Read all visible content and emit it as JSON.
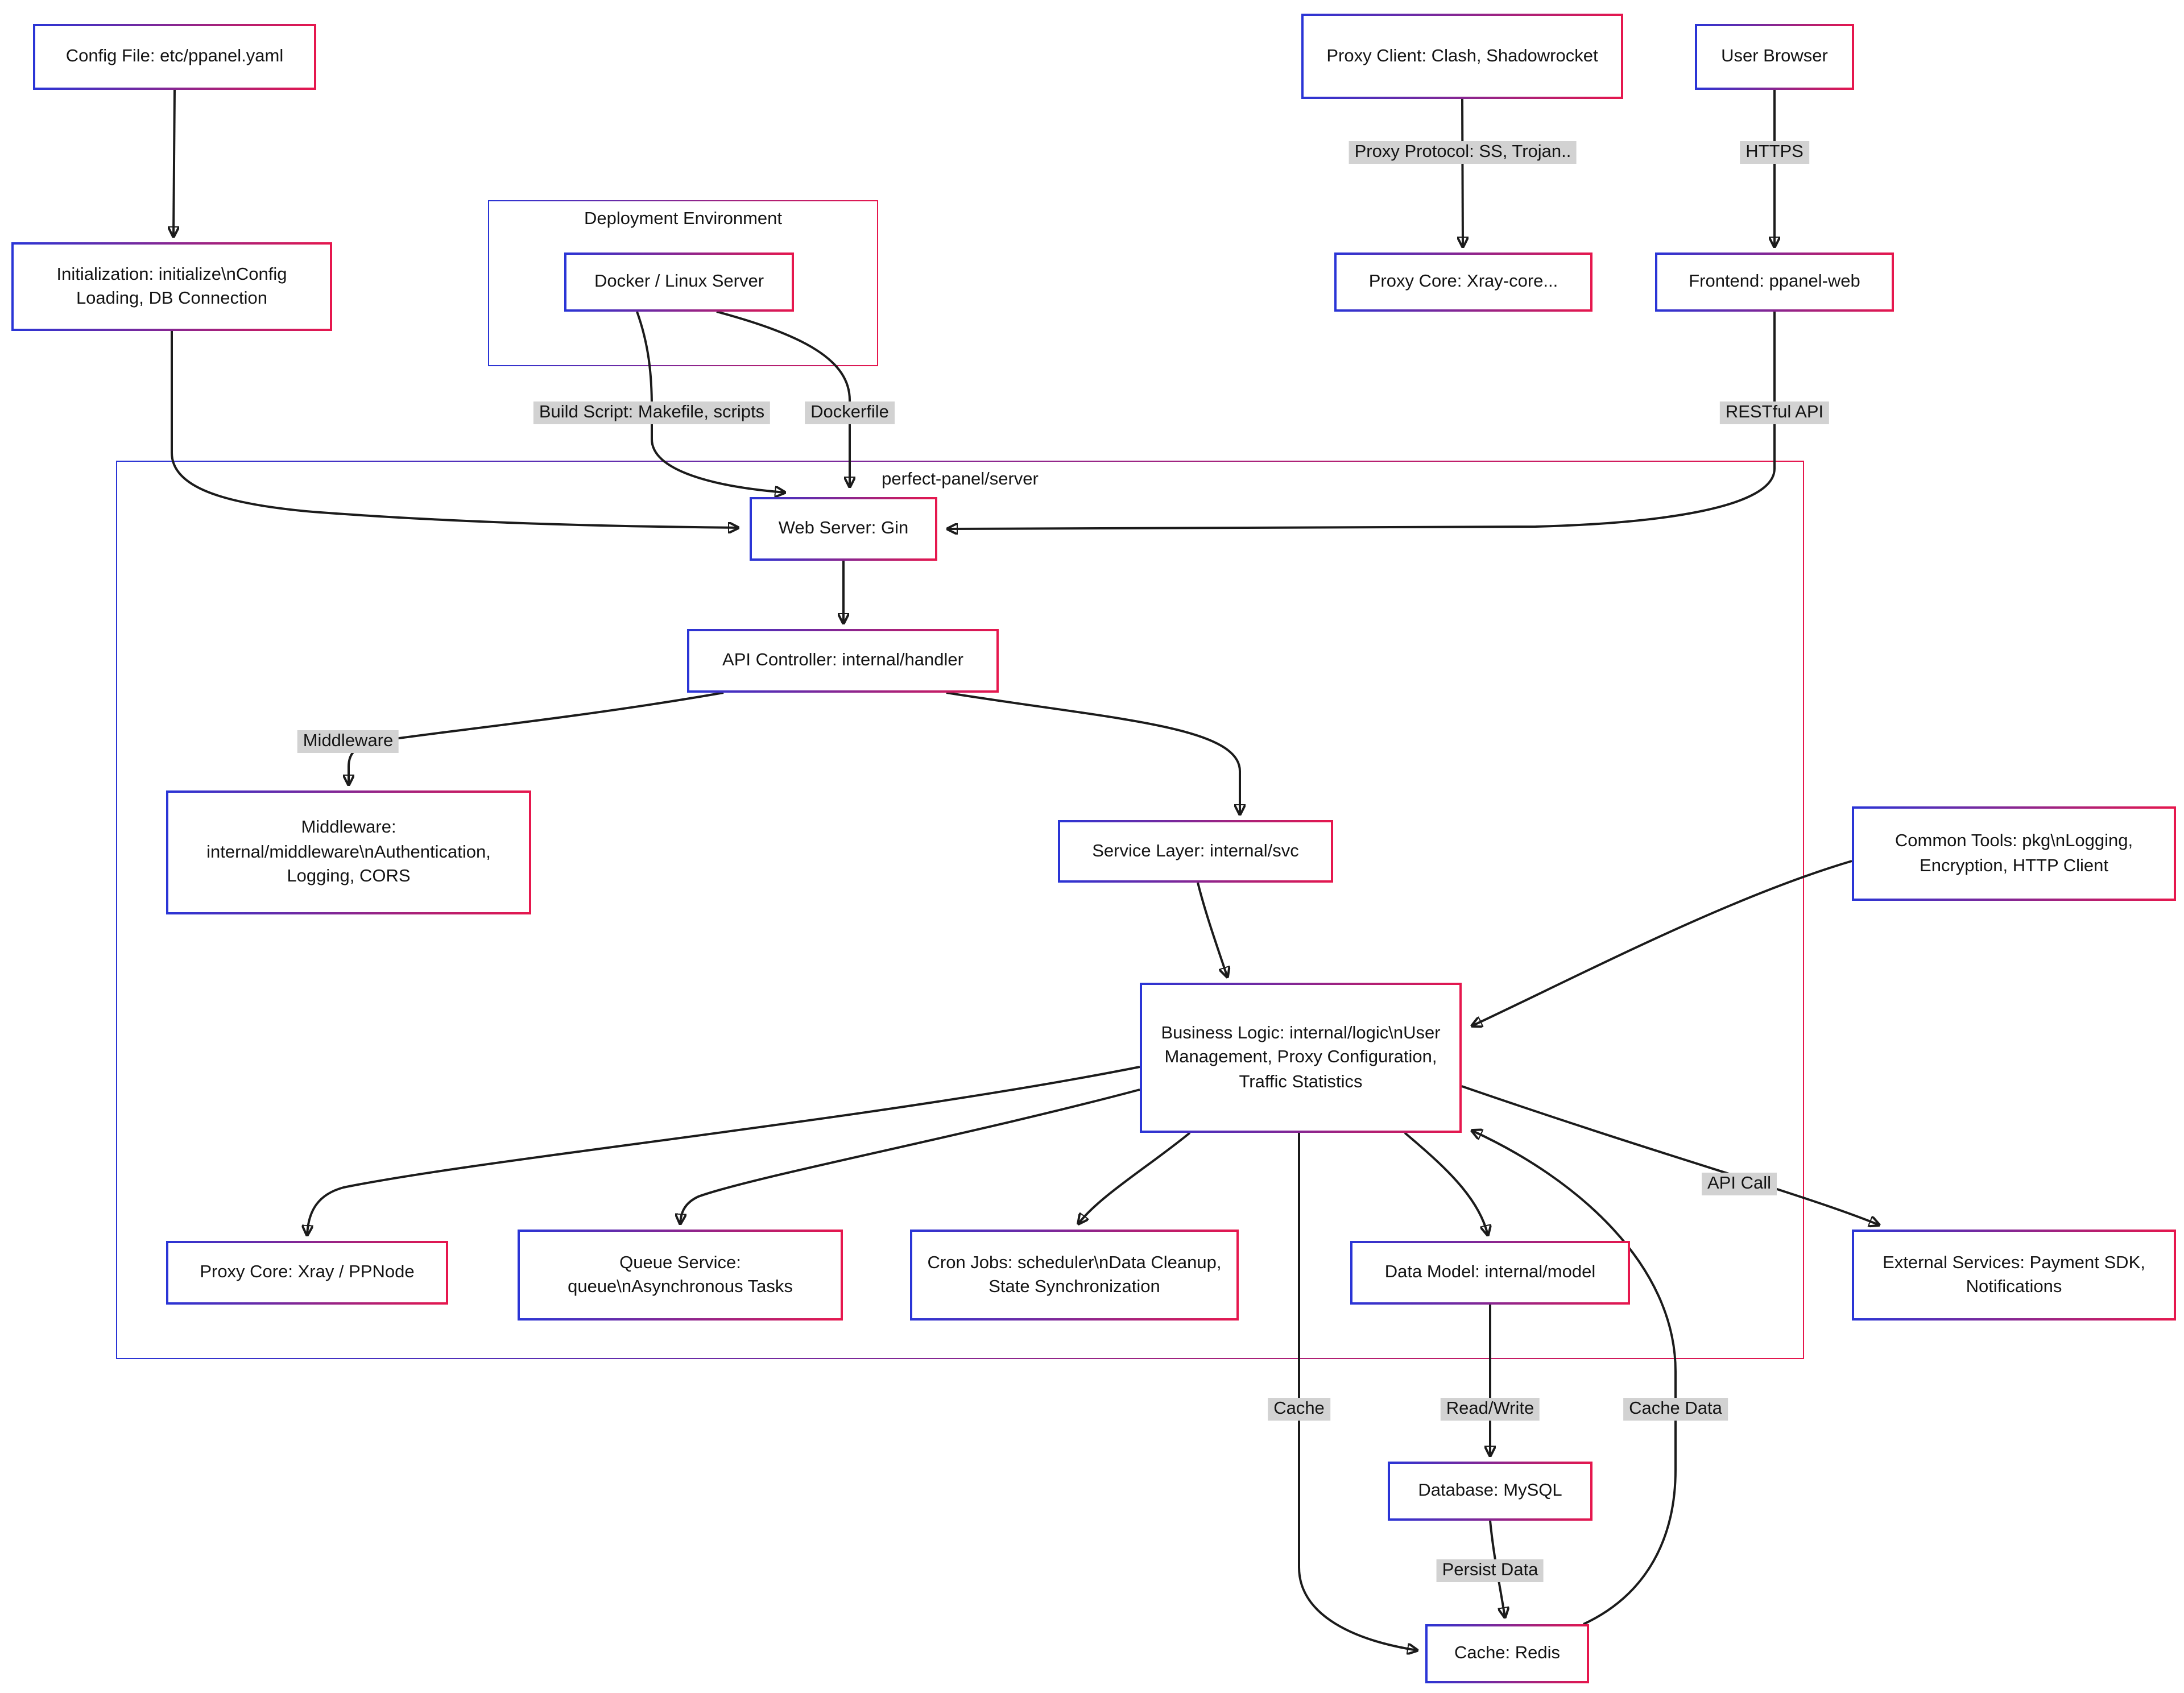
{
  "diagram": {
    "type": "flowchart",
    "colors": {
      "border_blue": "#2a35d6",
      "border_red": "#e6174d",
      "edge_color": "#1b1b1b",
      "label_bg": "#d2d2d2",
      "node_bg": "#ffffff",
      "text": "#141414"
    },
    "containers": {
      "deployment_env": "Deployment Environment",
      "server": "perfect-panel/server"
    },
    "nodes": {
      "config_file": "Config File: etc/ppanel.yaml",
      "proxy_client": "Proxy Client: Clash, Shadowrocket",
      "user_browser": "User Browser",
      "initialization": "Initialization: initialize\\nConfig Loading, DB Connection",
      "docker": "Docker / Linux Server",
      "proxy_core_xray": "Proxy Core: Xray-core...",
      "frontend": "Frontend: ppanel-web",
      "web_server": "Web Server: Gin",
      "api_controller": "API Controller: internal/handler",
      "middleware": "Middleware: internal/middleware\\nAuthentication, Logging, CORS",
      "service_layer": "Service Layer: internal/svc",
      "business_logic": "Business Logic: internal/logic\\nUser Management, Proxy Configuration, Traffic Statistics",
      "common_tools": "Common Tools: pkg\\nLogging, Encryption, HTTP Client",
      "proxy_core_node": "Proxy Core: Xray / PPNode",
      "queue_service": "Queue Service: queue\\nAsynchronous Tasks",
      "cron_jobs": "Cron Jobs: scheduler\\nData Cleanup, State Synchronization",
      "data_model": "Data Model: internal/model",
      "external_services": "External Services: Payment SDK, Notifications",
      "database": "Database: MySQL",
      "cache": "Cache: Redis"
    },
    "edge_labels": {
      "proxy_protocol": "Proxy Protocol: SS, Trojan..",
      "https": "HTTPS",
      "build_script": "Build Script: Makefile, scripts",
      "dockerfile": "Dockerfile",
      "restful_api": "RESTful API",
      "middleware": "Middleware",
      "api_call": "API Call",
      "cache": "Cache",
      "read_write": "Read/Write",
      "cache_data": "Cache Data",
      "persist_data": "Persist Data"
    },
    "edges": [
      {
        "from": "config_file",
        "to": "initialization",
        "label": ""
      },
      {
        "from": "initialization",
        "to": "web_server",
        "label": ""
      },
      {
        "from": "docker",
        "to": "web_server",
        "label": "Build Script: Makefile, scripts"
      },
      {
        "from": "docker",
        "to": "web_server",
        "label": "Dockerfile"
      },
      {
        "from": "proxy_client",
        "to": "proxy_core_xray",
        "label": "Proxy Protocol: SS, Trojan.."
      },
      {
        "from": "user_browser",
        "to": "frontend",
        "label": "HTTPS"
      },
      {
        "from": "frontend",
        "to": "web_server",
        "label": "RESTful API"
      },
      {
        "from": "web_server",
        "to": "api_controller",
        "label": ""
      },
      {
        "from": "api_controller",
        "to": "middleware",
        "label": "Middleware"
      },
      {
        "from": "api_controller",
        "to": "service_layer",
        "label": ""
      },
      {
        "from": "service_layer",
        "to": "business_logic",
        "label": ""
      },
      {
        "from": "common_tools",
        "to": "business_logic",
        "label": ""
      },
      {
        "from": "business_logic",
        "to": "proxy_core_node",
        "label": ""
      },
      {
        "from": "business_logic",
        "to": "queue_service",
        "label": ""
      },
      {
        "from": "business_logic",
        "to": "cron_jobs",
        "label": ""
      },
      {
        "from": "business_logic",
        "to": "data_model",
        "label": ""
      },
      {
        "from": "business_logic",
        "to": "external_services",
        "label": "API Call"
      },
      {
        "from": "business_logic",
        "to": "cache",
        "label": "Cache"
      },
      {
        "from": "data_model",
        "to": "database",
        "label": "Read/Write"
      },
      {
        "from": "database",
        "to": "cache",
        "label": "Persist Data"
      },
      {
        "from": "cache",
        "to": "business_logic",
        "label": "Cache Data"
      }
    ]
  }
}
